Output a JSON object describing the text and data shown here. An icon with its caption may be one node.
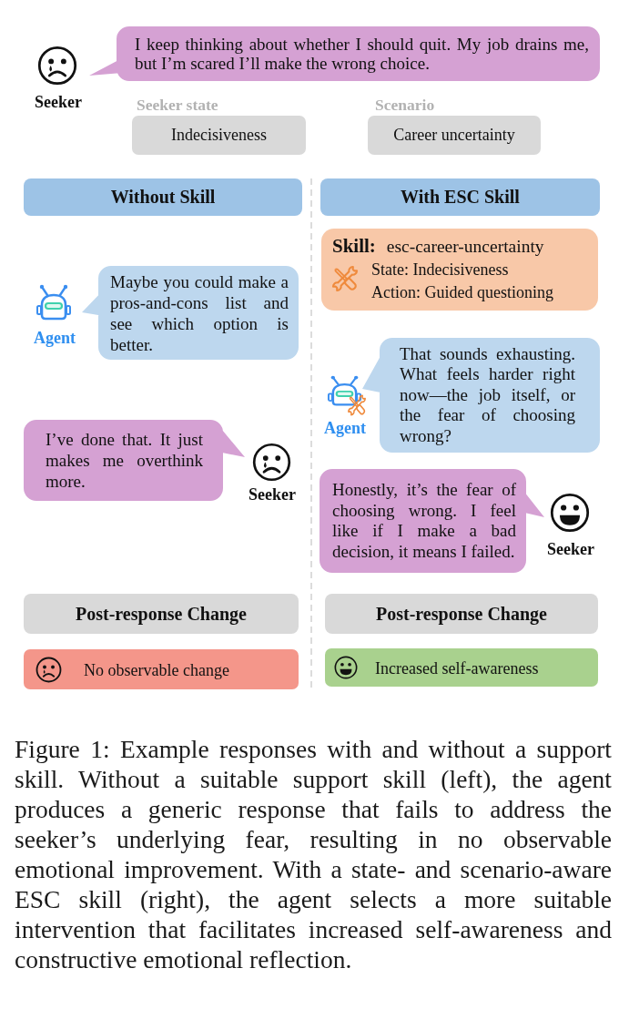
{
  "diagram": {
    "nodes": [
      {
        "text": [
          "I keep thinking about whether I should quit. My job drains me, but I’m scared I’ll make the wrong choice."
        ],
        "beside": [
          "Seeker"
        ]
      },
      {
        "text": [
          "Seeker state",
          "Indecisiveness"
        ]
      },
      {
        "text": [
          "Scenario",
          "Career uncertainty"
        ]
      },
      {
        "text": [
          "Without Skill"
        ]
      },
      {
        "text": [
          "With ESC Skill"
        ]
      },
      {
        "text": [
          "**Skill:** esc-career-uncertainty",
          "State: Indecisiveness",
          "Action: Guided questioning"
        ]
      },
      {
        "text": [
          "Maybe you could make a pros-and-cons list and see which option is better."
        ],
        "beside": [
          "Agent"
        ]
      },
      {
        "text": [
          "That sounds exhausting. What feels harder right now—the job itself, or the fear of choosing wrong?"
        ],
        "beside": [
          "Agent"
        ]
      },
      {
        "text": [
          "I’ve done that. It just makes me overthink more."
        ],
        "beside": [
          "Seeker"
        ]
      },
      {
        "text": [
          "Honestly, it’s the fear of choosing wrong. I feel like if I make a bad decision, it means I failed."
        ],
        "beside": [
          "Seeker"
        ]
      },
      {
        "text": [
          "Post-response Change"
        ]
      },
      {
        "text": [
          "Post-response Change"
        ]
      },
      {
        "text": [
          "No observable change"
        ]
      },
      {
        "text": [
          "Increased self-awareness"
        ]
      }
    ],
    "caption": "Figure 1: Example responses with and without a support skill. Without a suitable support skill (left), the agent produces a generic response that fails to address the seeker’s underlying fear, resulting in no observable emotional improvement. With a state- and scenario-aware ESC skill (right), the agent selects a more suitable intervention that facilitates increased self-awareness and constructive emotional reflection."
  }
}
